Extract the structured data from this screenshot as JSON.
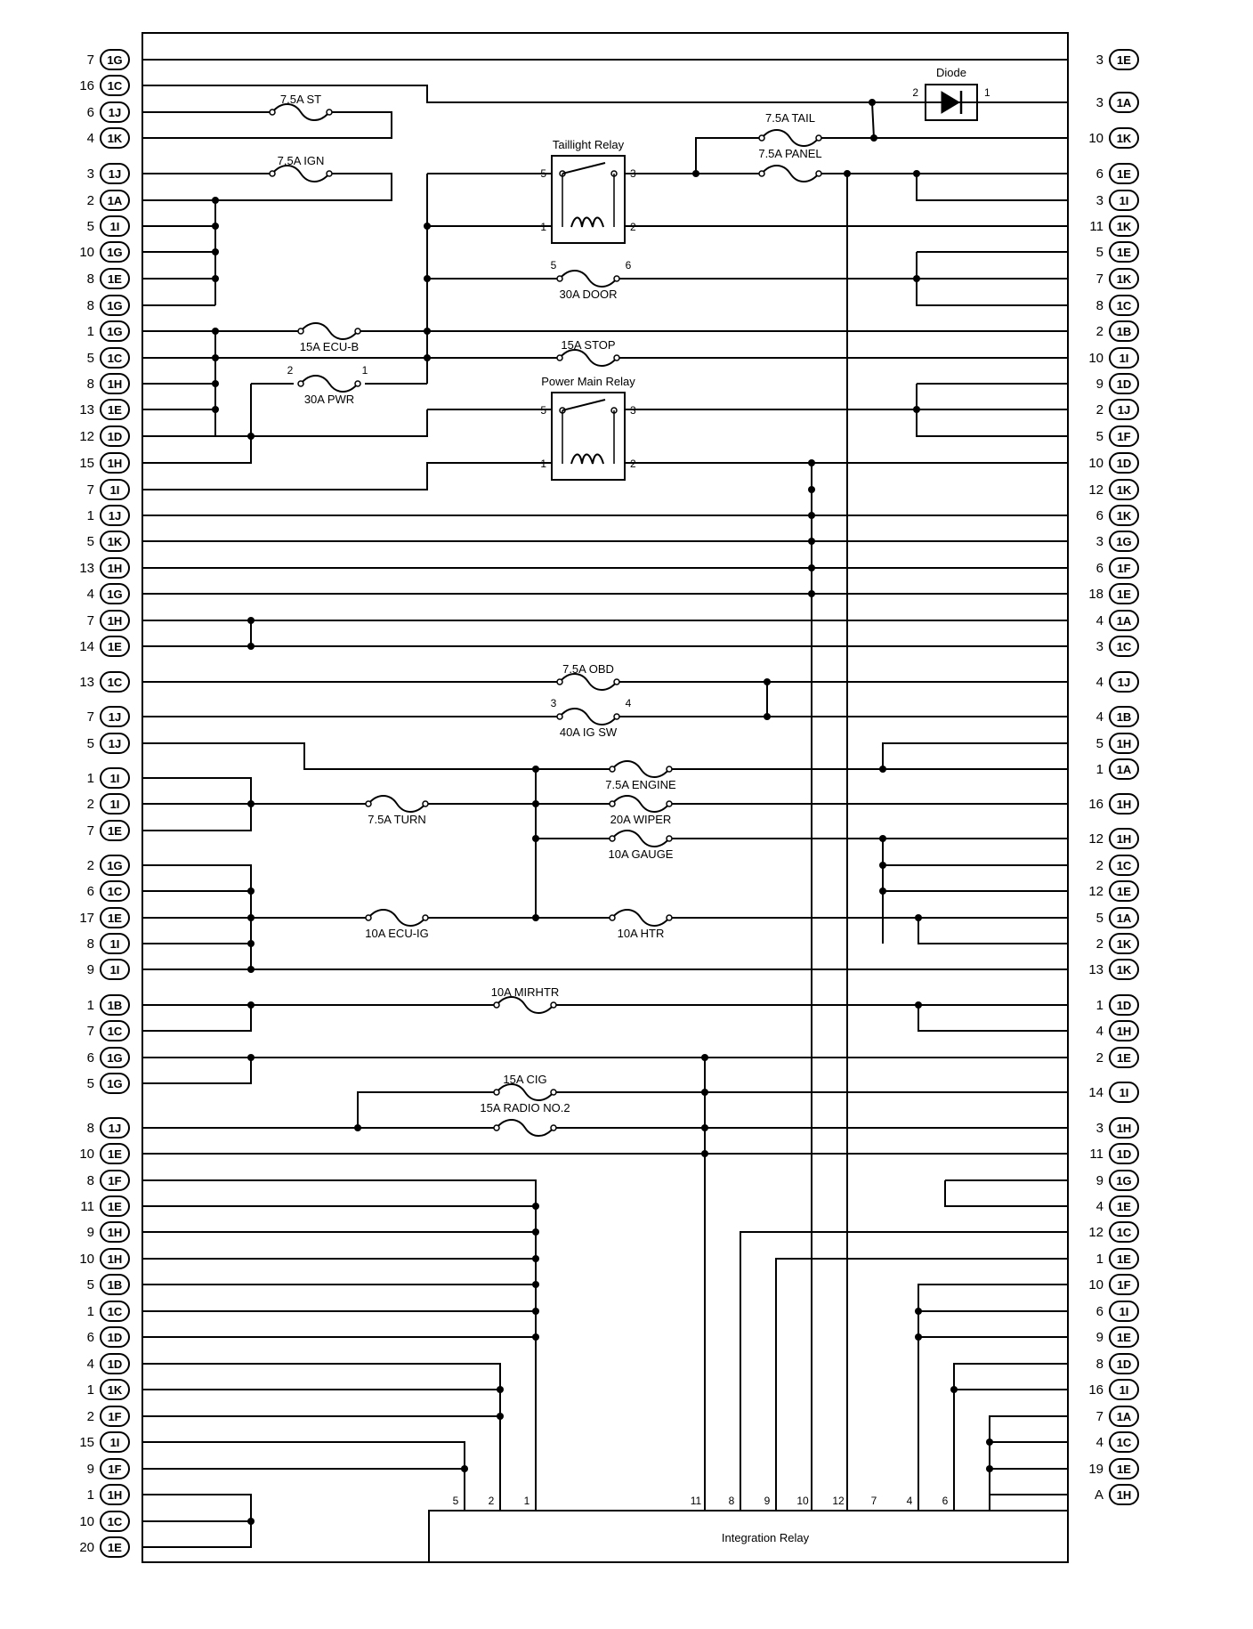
{
  "colors": {
    "line": "#000000",
    "background": "#ffffff"
  },
  "left_pins": [
    {
      "num": "7",
      "conn": "1G"
    },
    {
      "num": "16",
      "conn": "1C"
    },
    {
      "num": "6",
      "conn": "1J"
    },
    {
      "num": "4",
      "conn": "1K"
    },
    {
      "num": "3",
      "conn": "1J"
    },
    {
      "num": "2",
      "conn": "1A"
    },
    {
      "num": "5",
      "conn": "1I"
    },
    {
      "num": "10",
      "conn": "1G"
    },
    {
      "num": "8",
      "conn": "1E"
    },
    {
      "num": "8",
      "conn": "1G"
    },
    {
      "num": "1",
      "conn": "1G"
    },
    {
      "num": "5",
      "conn": "1C"
    },
    {
      "num": "8",
      "conn": "1H"
    },
    {
      "num": "13",
      "conn": "1E"
    },
    {
      "num": "12",
      "conn": "1D"
    },
    {
      "num": "15",
      "conn": "1H"
    },
    {
      "num": "7",
      "conn": "1I"
    },
    {
      "num": "1",
      "conn": "1J"
    },
    {
      "num": "5",
      "conn": "1K"
    },
    {
      "num": "13",
      "conn": "1H"
    },
    {
      "num": "4",
      "conn": "1G"
    },
    {
      "num": "7",
      "conn": "1H"
    },
    {
      "num": "14",
      "conn": "1E"
    },
    {
      "num": "13",
      "conn": "1C"
    },
    {
      "num": "7",
      "conn": "1J"
    },
    {
      "num": "5",
      "conn": "1J"
    },
    {
      "num": "1",
      "conn": "1I"
    },
    {
      "num": "2",
      "conn": "1I"
    },
    {
      "num": "7",
      "conn": "1E"
    },
    {
      "num": "2",
      "conn": "1G"
    },
    {
      "num": "6",
      "conn": "1C"
    },
    {
      "num": "17",
      "conn": "1E"
    },
    {
      "num": "8",
      "conn": "1I"
    },
    {
      "num": "9",
      "conn": "1I"
    },
    {
      "num": "1",
      "conn": "1B"
    },
    {
      "num": "7",
      "conn": "1C"
    },
    {
      "num": "6",
      "conn": "1G"
    },
    {
      "num": "5",
      "conn": "1G"
    },
    {
      "num": "8",
      "conn": "1J"
    },
    {
      "num": "10",
      "conn": "1E"
    },
    {
      "num": "8",
      "conn": "1F"
    },
    {
      "num": "11",
      "conn": "1E"
    },
    {
      "num": "9",
      "conn": "1H"
    },
    {
      "num": "10",
      "conn": "1H"
    },
    {
      "num": "5",
      "conn": "1B"
    },
    {
      "num": "1",
      "conn": "1C"
    },
    {
      "num": "6",
      "conn": "1D"
    },
    {
      "num": "4",
      "conn": "1D"
    },
    {
      "num": "1",
      "conn": "1K"
    },
    {
      "num": "2",
      "conn": "1F"
    },
    {
      "num": "15",
      "conn": "1I"
    },
    {
      "num": "9",
      "conn": "1F"
    },
    {
      "num": "1",
      "conn": "1H"
    },
    {
      "num": "10",
      "conn": "1C"
    },
    {
      "num": "20",
      "conn": "1E"
    }
  ],
  "right_pins": [
    {
      "num": "3",
      "conn": "1E"
    },
    {
      "num": "3",
      "conn": "1A"
    },
    {
      "num": "10",
      "conn": "1K"
    },
    {
      "num": "6",
      "conn": "1E"
    },
    {
      "num": "3",
      "conn": "1I"
    },
    {
      "num": "11",
      "conn": "1K"
    },
    {
      "num": "5",
      "conn": "1E"
    },
    {
      "num": "7",
      "conn": "1K"
    },
    {
      "num": "8",
      "conn": "1C"
    },
    {
      "num": "2",
      "conn": "1B"
    },
    {
      "num": "10",
      "conn": "1I"
    },
    {
      "num": "9",
      "conn": "1D"
    },
    {
      "num": "2",
      "conn": "1J"
    },
    {
      "num": "5",
      "conn": "1F"
    },
    {
      "num": "10",
      "conn": "1D"
    },
    {
      "num": "12",
      "conn": "1K"
    },
    {
      "num": "6",
      "conn": "1K"
    },
    {
      "num": "3",
      "conn": "1G"
    },
    {
      "num": "6",
      "conn": "1F"
    },
    {
      "num": "18",
      "conn": "1E"
    },
    {
      "num": "4",
      "conn": "1A"
    },
    {
      "num": "3",
      "conn": "1C"
    },
    {
      "num": "4",
      "conn": "1J"
    },
    {
      "num": "4",
      "conn": "1B"
    },
    {
      "num": "5",
      "conn": "1H"
    },
    {
      "num": "1",
      "conn": "1A"
    },
    {
      "num": "16",
      "conn": "1H"
    },
    {
      "num": "12",
      "conn": "1H"
    },
    {
      "num": "2",
      "conn": "1C"
    },
    {
      "num": "12",
      "conn": "1E"
    },
    {
      "num": "5",
      "conn": "1A"
    },
    {
      "num": "2",
      "conn": "1K"
    },
    {
      "num": "13",
      "conn": "1K"
    },
    {
      "num": "1",
      "conn": "1D"
    },
    {
      "num": "4",
      "conn": "1H"
    },
    {
      "num": "2",
      "conn": "1E"
    },
    {
      "num": "14",
      "conn": "1I"
    },
    {
      "num": "3",
      "conn": "1H"
    },
    {
      "num": "11",
      "conn": "1D"
    },
    {
      "num": "9",
      "conn": "1G"
    },
    {
      "num": "4",
      "conn": "1E"
    },
    {
      "num": "12",
      "conn": "1C"
    },
    {
      "num": "1",
      "conn": "1E"
    },
    {
      "num": "10",
      "conn": "1F"
    },
    {
      "num": "6",
      "conn": "1I"
    },
    {
      "num": "9",
      "conn": "1E"
    },
    {
      "num": "8",
      "conn": "1D"
    },
    {
      "num": "16",
      "conn": "1I"
    },
    {
      "num": "7",
      "conn": "1A"
    },
    {
      "num": "4",
      "conn": "1C"
    },
    {
      "num": "19",
      "conn": "1E"
    },
    {
      "num": "A",
      "conn": "1H"
    }
  ],
  "fuses": {
    "st": "7.5A ST",
    "ign": "7.5A IGN",
    "ecu_b": "15A ECU-B",
    "pwr": "30A PWR",
    "pwr_pin_left": "2",
    "pwr_pin_right": "1",
    "tail": "7.5A TAIL",
    "panel": "7.5A PANEL",
    "door": "30A DOOR",
    "door_pin_left": "5",
    "door_pin_right": "6",
    "stop": "15A STOP",
    "obd": "7.5A OBD",
    "ig_sw": "40A IG SW",
    "ig_sw_pin_left": "3",
    "ig_sw_pin_right": "4",
    "engine": "7.5A ENGINE",
    "wiper": "20A WIPER",
    "gauge": "10A GAUGE",
    "turn": "7.5A TURN",
    "ecu_ig": "10A ECU-IG",
    "htr": "10A HTR",
    "mirhtr": "10A MIRHTR",
    "cig": "15A CIG",
    "radio": "15A RADIO NO.2"
  },
  "relays": {
    "taillight": {
      "title": "Taillight Relay",
      "pin_tl": "5",
      "pin_tr": "3",
      "pin_bl": "1",
      "pin_br": "2"
    },
    "power_main": {
      "title": "Power Main Relay",
      "pin_tl": "5",
      "pin_tr": "3",
      "pin_bl": "1",
      "pin_br": "2"
    }
  },
  "diode": {
    "title": "Diode",
    "pin_left": "2",
    "pin_right": "1"
  },
  "integration_relay": {
    "title": "Integration Relay",
    "pins": [
      "5",
      "2",
      "1",
      "11",
      "8",
      "9",
      "10",
      "12",
      "7",
      "4",
      "6"
    ]
  }
}
